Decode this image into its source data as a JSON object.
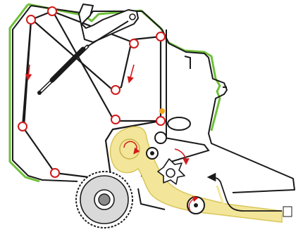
{
  "diagram": {
    "title": "",
    "colors": {
      "background": "#ffffff",
      "frame": "#1a1a1a",
      "outline_green": "#6fbf3a",
      "roller_red": "#d11a1a",
      "crop_flow_fill": "#f3e69a",
      "crop_flow_stroke": "#d9c65a",
      "accent_orange": "#f5a623",
      "pickup_drum_fill": "#d9d9d9",
      "pickup_hub_fill": "#8c8c8c"
    },
    "components": [
      {
        "name": "chamber-outer-frame"
      },
      {
        "name": "green-outline"
      },
      {
        "name": "forming-belts"
      },
      {
        "name": "tensioning-arm"
      },
      {
        "name": "hydraulic-cylinder"
      },
      {
        "name": "belt-rollers"
      },
      {
        "name": "bale-core"
      },
      {
        "name": "feed-rotor"
      },
      {
        "name": "pickup-drum"
      },
      {
        "name": "crop-flow"
      },
      {
        "name": "direction-arrows"
      }
    ],
    "icons": [
      "rotation-arrow-icon",
      "flow-arrow-icon",
      "flow-end-marker-icon"
    ]
  }
}
